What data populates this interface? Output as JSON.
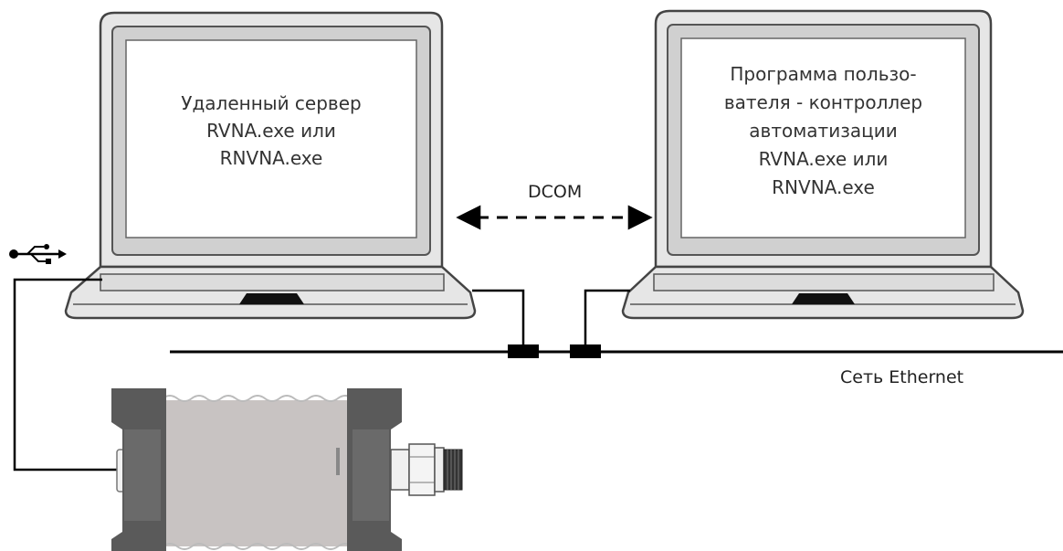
{
  "laptop_left": {
    "lines": [
      "Удаленный сервер",
      "RVNA.exe или",
      "RNVNA.exe"
    ]
  },
  "laptop_right": {
    "lines": [
      "Программа пользо-",
      "вателя - контроллер",
      "автоматизации",
      "RVNA.exe или",
      "RNVNA.exe"
    ]
  },
  "link_label": "DCOM",
  "network_label": "Сеть Ethernet",
  "usb_symbol": "usb-icon",
  "colors": {
    "line": "#000000",
    "laptop_fill": "#e4e4e4",
    "screen": "#ffffff",
    "device_body": "#c8c3c2",
    "device_caps": "#555555"
  }
}
